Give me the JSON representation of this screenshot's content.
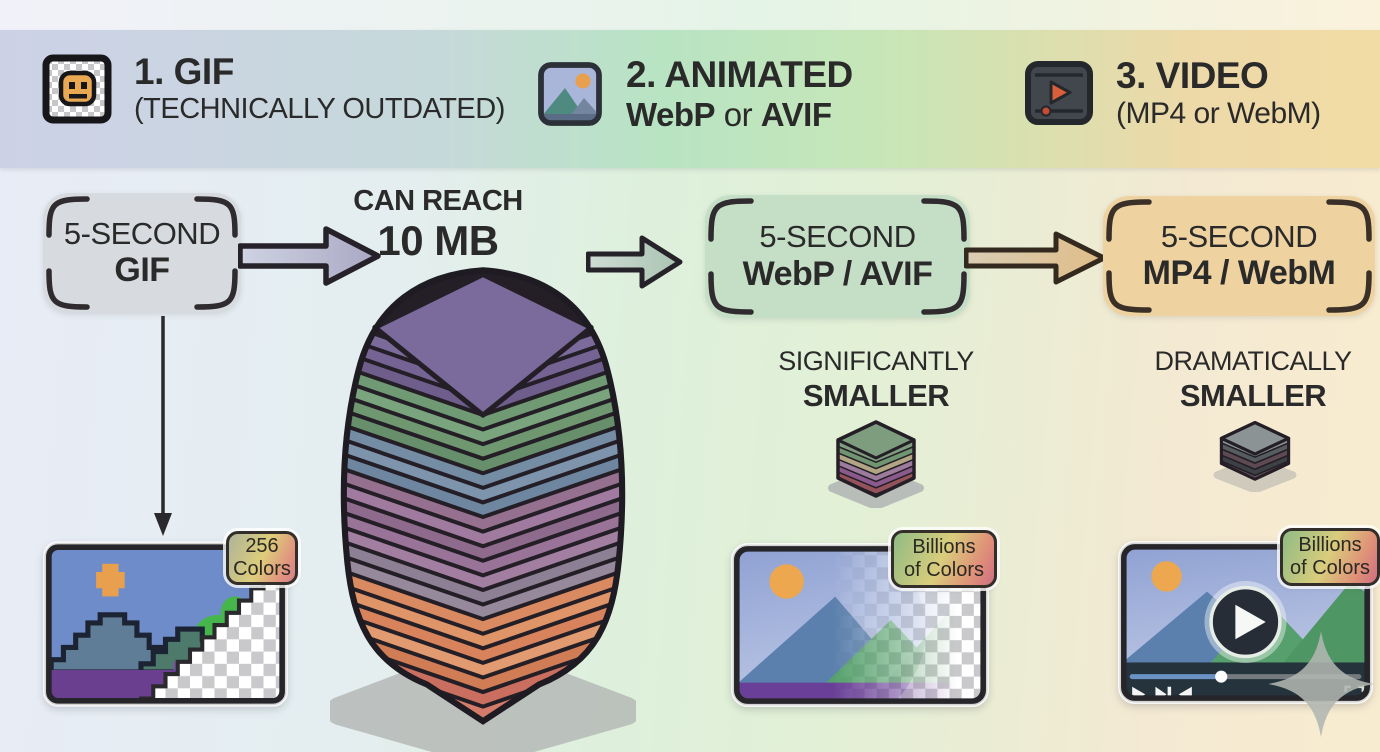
{
  "header": {
    "items": [
      {
        "icon": "pixel-smiley",
        "line1": "1. GIF",
        "line2": "(TECHNICALLY OUTDATED)"
      },
      {
        "icon": "image-mountains-sun",
        "line1": "2. ANIMATED",
        "line2_a": "WebP",
        "line2_b": " or ",
        "line2_c": "AVIF"
      },
      {
        "icon": "video-player-play",
        "line1": "3. VIDEO",
        "line2": "(MP4 or WebM)"
      }
    ]
  },
  "flow": {
    "gif_box": {
      "line1": "5-SECOND",
      "line2": "GIF"
    },
    "can_reach": {
      "line1": "CAN REACH",
      "line2": "10 MB"
    },
    "webp_box": {
      "line1": "5-SECOND",
      "line2": "WebP / AVIF"
    },
    "mp4_box": {
      "line1": "5-SECOND",
      "line2": "MP4 / WebM"
    }
  },
  "notes": {
    "webp": {
      "line1": "SIGNIFICANTLY",
      "line2": "SMALLER"
    },
    "video": {
      "line1": "DRAMATICALLY",
      "line2": "SMALLER"
    }
  },
  "badges": {
    "gif": {
      "line1": "256",
      "line2": "Colors"
    },
    "webp": {
      "line1": "Billions",
      "line2": "of Colors"
    },
    "video": {
      "line1": "Billions",
      "line2": "of Colors"
    }
  },
  "stack": {
    "big_layers": [
      "#7b6b9b",
      "#756394",
      "#6f5e8c",
      "#6f9a73",
      "#7aa47e",
      "#6f9770",
      "#688f6b",
      "#748ca4",
      "#7e94ac",
      "#6e86a0",
      "#95708f",
      "#a07b9f",
      "#8e6a8c",
      "#9a7398",
      "#a27ea1",
      "#8d7f94",
      "#97899c",
      "#d98a61",
      "#e09569",
      "#d8835b",
      "#e29b71",
      "#d07c55",
      "#ca6f5f",
      "#d47c69",
      "#c26355",
      "#cd7365",
      "#bf5c50",
      "#c96a5c"
    ],
    "small_layers": [
      "#7e9c7e",
      "#6f9670",
      "#b2a584",
      "#9c7b9d",
      "#8a5a8c",
      "#96525b",
      "#a05a55"
    ],
    "tiny_layers": [
      "#8b9394",
      "#565c60",
      "#5e4a52",
      "#3c4145",
      "#6b555e"
    ]
  },
  "colors": {
    "band_left": "#cdd1e7",
    "band_mid": "#b8e4c3",
    "band_right": "#f2dca6",
    "gif_box_fill": "#d7dade",
    "webp_box_fill": "#c5dfc6",
    "mp4_box_fill": "#eed2a0",
    "arrow_gif": "#b2b0ca",
    "arrow_webp": "#b9cfc2",
    "arrow_mp4": "#e3c493",
    "stack_top_face": "#7b6a9c",
    "outline_dark": "#26222a"
  }
}
